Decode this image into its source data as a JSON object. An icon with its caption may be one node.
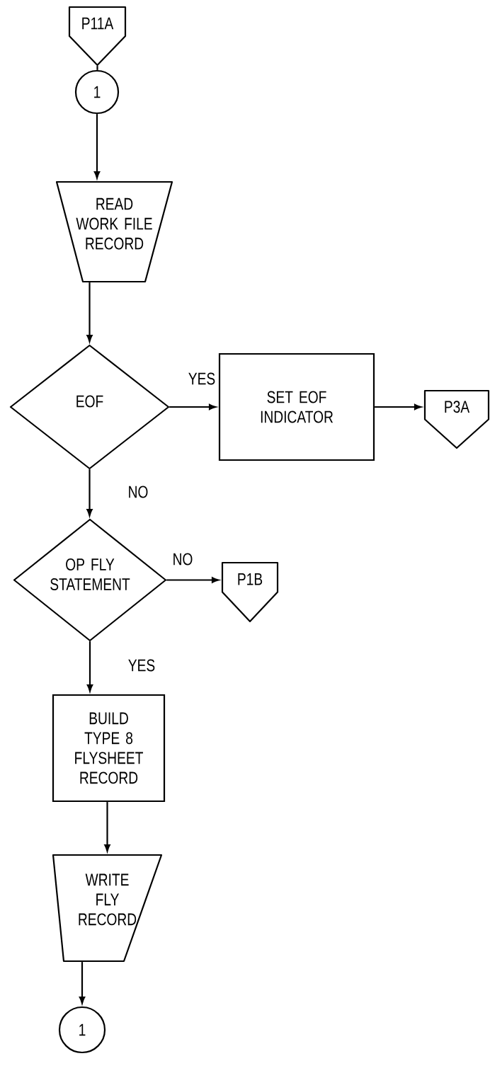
{
  "diagram": {
    "nodes": [
      {
        "text": [
          "P11A"
        ]
      },
      {
        "text": [
          "1"
        ]
      },
      {
        "text": [
          "READ WORK FILE RECORD"
        ]
      },
      {
        "text": [
          "EOF"
        ]
      },
      {
        "text": [
          "SET EOF INDICATOR"
        ]
      },
      {
        "text": [
          "P3A"
        ]
      },
      {
        "text": [
          "OP FLY STATEMENT"
        ]
      },
      {
        "text": [
          "P1B"
        ]
      },
      {
        "text": [
          "BUILD TYPE 8 FLYSHEET RECORD"
        ]
      },
      {
        "text": [
          "WRITE FLY RECORD"
        ]
      },
      {
        "text": [
          "1"
        ]
      }
    ],
    "edges": [
      {
        "from": 0,
        "to": 1,
        "arrow": "none"
      },
      {
        "from": 1,
        "to": 2,
        "arrow": "to"
      },
      {
        "from": 2,
        "to": 3,
        "arrow": "to"
      },
      {
        "from": 3,
        "to": 4,
        "arrow": "to",
        "label": "YES"
      },
      {
        "from": 4,
        "to": 5,
        "arrow": "to"
      },
      {
        "from": 3,
        "to": 6,
        "arrow": "to",
        "label": "NO"
      },
      {
        "from": 6,
        "to": 7,
        "arrow": "to",
        "label": "NO"
      },
      {
        "from": 6,
        "to": 8,
        "arrow": "to",
        "label": "YES"
      },
      {
        "from": 8,
        "to": 9,
        "arrow": "to"
      },
      {
        "from": 9,
        "to": 10,
        "arrow": "to"
      }
    ]
  }
}
